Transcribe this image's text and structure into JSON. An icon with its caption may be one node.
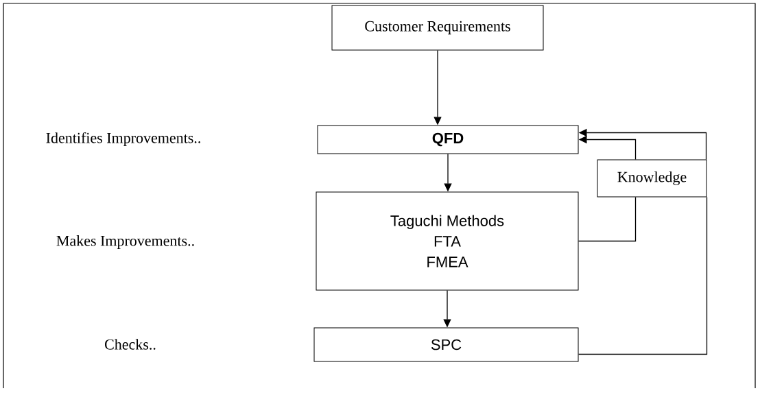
{
  "diagram": {
    "nodes": [
      {
        "text": [
          "Customer Requirements"
        ]
      },
      {
        "text": [
          "QFD"
        ]
      },
      {
        "text": [
          "Knowledge"
        ]
      },
      {
        "text": [
          "Taguchi Methods",
          "FTA",
          "FMEA"
        ]
      },
      {
        "text": [
          "SPC"
        ]
      }
    ],
    "labels": [
      "Identifies Improvements..",
      "Makes Improvements..",
      "Checks.."
    ],
    "edges": [
      {
        "from": 0,
        "to": 1,
        "arrow": "to"
      },
      {
        "from": 1,
        "to": 3,
        "arrow": "to"
      },
      {
        "from": 3,
        "to": 4,
        "arrow": "to"
      },
      {
        "from": 3,
        "to": 2,
        "arrow": "none"
      },
      {
        "from": 2,
        "to": 1,
        "arrow": "to"
      },
      {
        "from": 4,
        "to": 2,
        "arrow": "none"
      },
      {
        "from": 2,
        "to": 1,
        "arrow": "to"
      }
    ]
  }
}
